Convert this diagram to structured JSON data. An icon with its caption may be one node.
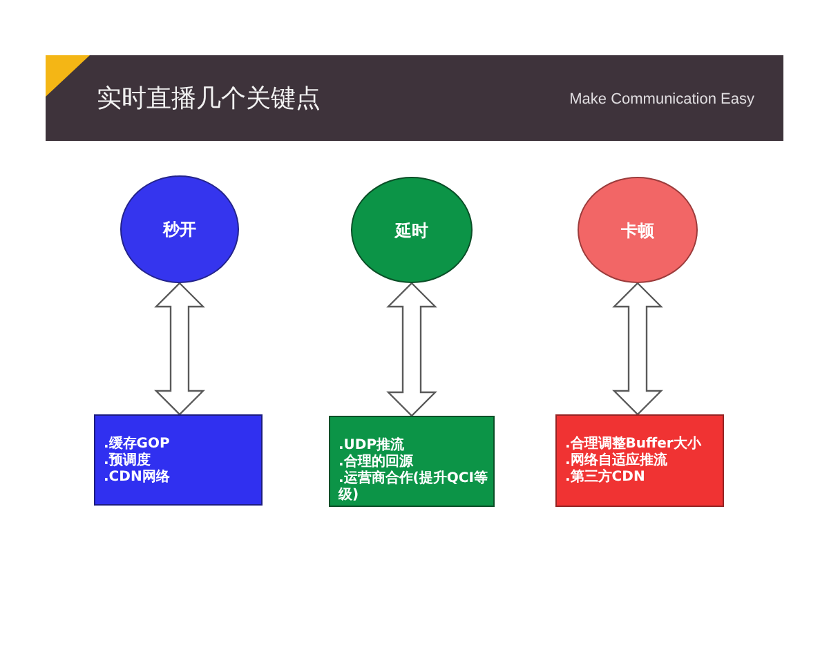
{
  "diagram": {
    "title": "实时直播几个关键点",
    "nodes": [
      {
        "text": [
          "秒开"
        ]
      },
      {
        "text": [
          "延时"
        ]
      },
      {
        "text": [
          "卡顿"
        ]
      },
      {
        "text": [
          ".缓存GOP",
          ".预调度",
          ".CDN网络"
        ]
      },
      {
        "text": [
          ".UDP推流",
          ".合理的回源",
          ".运营商合作(提升QCI等级)"
        ]
      },
      {
        "text": [
          ".合理调整Buffer大小",
          ".网络自适应推流",
          ".第三方CDN"
        ]
      }
    ],
    "edges": [
      {
        "from": 0,
        "to": 3,
        "arrow": "both"
      },
      {
        "from": 1,
        "to": 4,
        "arrow": "both"
      },
      {
        "from": 2,
        "to": 5,
        "arrow": "both"
      }
    ],
    "labels": [
      "Make Communication Easy"
    ]
  }
}
